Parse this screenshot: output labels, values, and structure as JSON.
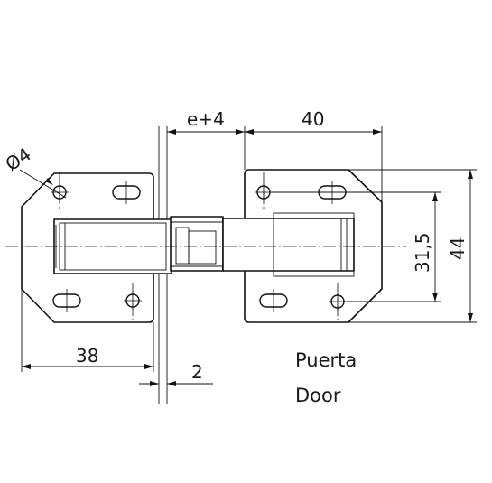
{
  "dimensions": {
    "gap_label": "e+4",
    "plate_width_label": "40",
    "hole_diameter_label": "Ø4",
    "left_width_label": "38",
    "thickness_label": "2",
    "hole_spacing_label": "31,5",
    "plate_height_label": "44"
  },
  "labels": {
    "spanish": "Puerta",
    "english": "Door"
  }
}
